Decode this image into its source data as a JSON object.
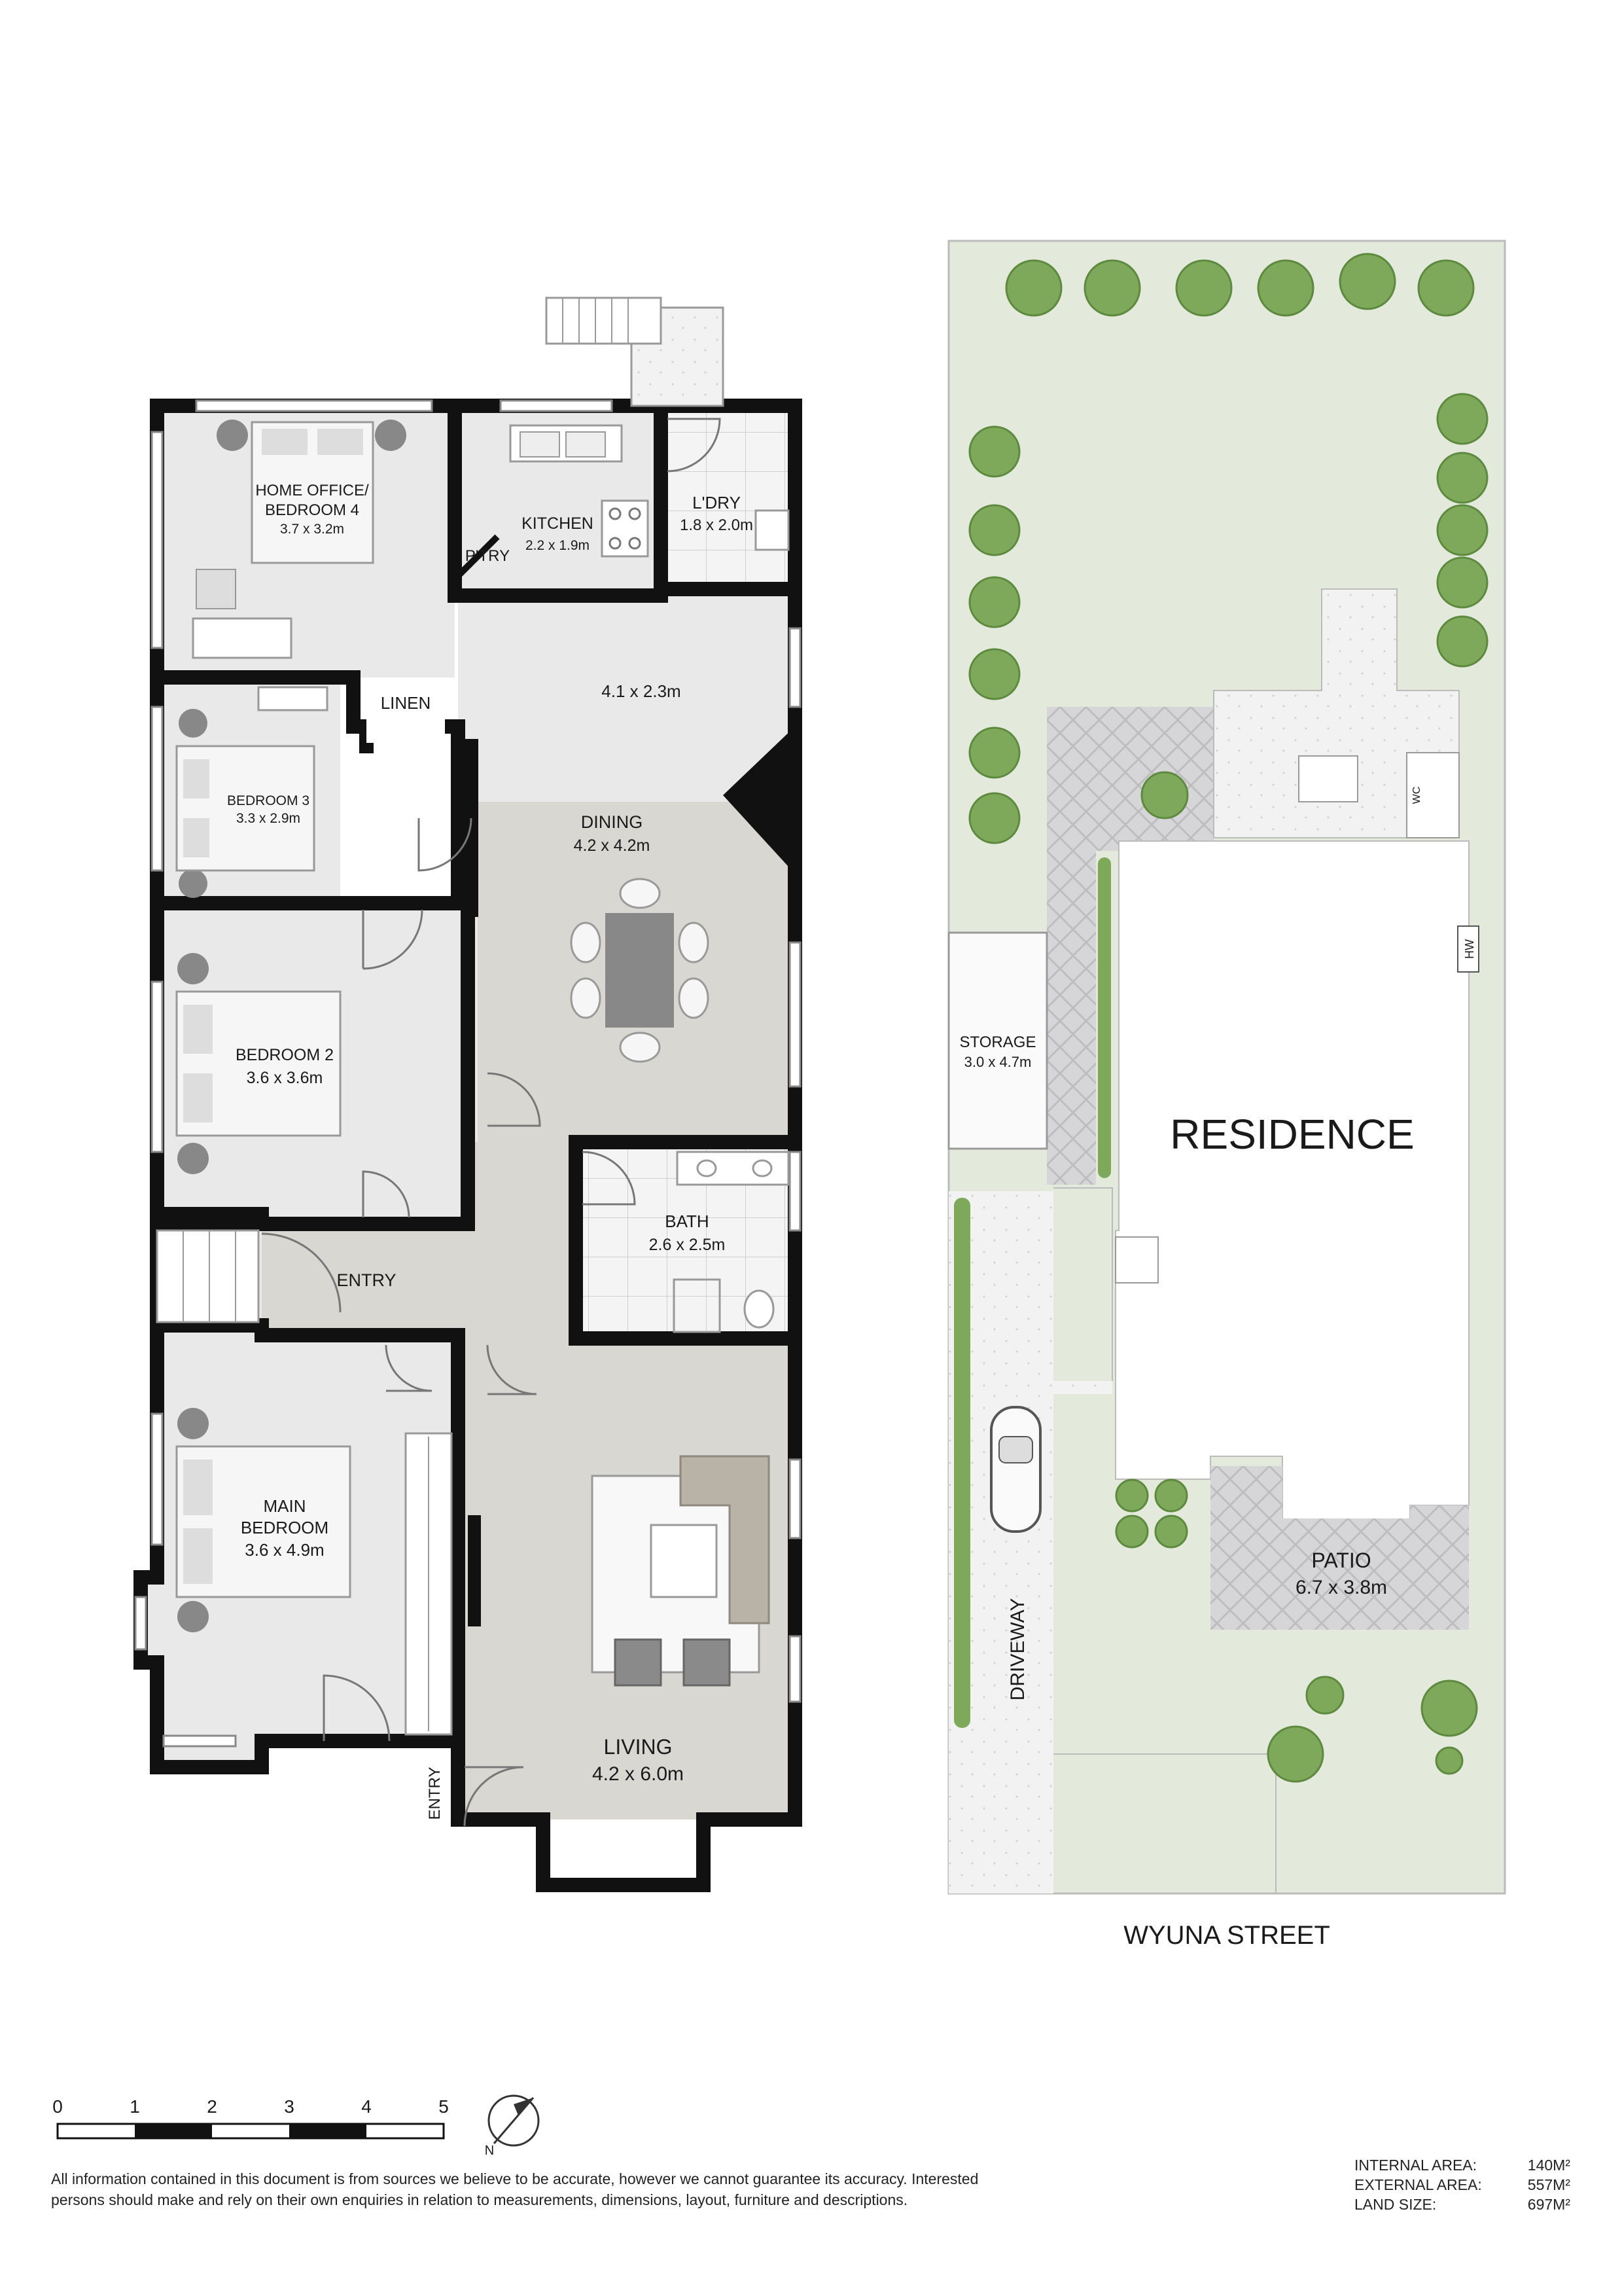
{
  "rooms": {
    "home_office": {
      "name_line1": "HOME OFFICE/",
      "name_line2": "BEDROOM 4",
      "dims": "3.7 x 3.2m"
    },
    "kitchen": {
      "name": "KITCHEN",
      "dims": "2.2 x 1.9m"
    },
    "pantry": {
      "name": "P'TRY"
    },
    "laundry": {
      "name": "L'DRY",
      "dims": "1.8 x 2.0m"
    },
    "linen": {
      "name": "LINEN"
    },
    "hall": {
      "dims": "4.1 x 2.3m"
    },
    "bedroom3": {
      "name": "BEDROOM 3",
      "dims": "3.3 x 2.9m"
    },
    "dining": {
      "name": "DINING",
      "dims": "4.2 x 4.2m"
    },
    "bedroom2": {
      "name": "BEDROOM 2",
      "dims": "3.6 x 3.6m"
    },
    "bath": {
      "name": "BATH",
      "dims": "2.6 x 2.5m"
    },
    "entry_main": {
      "name": "ENTRY"
    },
    "main_bedroom": {
      "name_line1": "MAIN",
      "name_line2": "BEDROOM",
      "dims": "3.6 x 4.9m"
    },
    "living": {
      "name": "LIVING",
      "dims": "4.2 x 6.0m"
    },
    "entry_side": {
      "name": "ENTRY"
    }
  },
  "site": {
    "residence": "RESIDENCE",
    "storage": {
      "name": "STORAGE",
      "dims": "3.0 x 4.7m"
    },
    "patio": {
      "name": "PATIO",
      "dims": "6.7 x 3.8m"
    },
    "driveway": "DRIVEWAY",
    "street": "WYUNA STREET",
    "hw": "HW",
    "wc": "WC"
  },
  "scale": {
    "ticks": [
      "0",
      "1",
      "2",
      "3",
      "4",
      "5"
    ]
  },
  "compass": {
    "label": "N"
  },
  "disclaimer": "All information contained in this document is from sources we believe to be accurate, however we cannot guarantee its accuracy. Interested persons should make and rely on their own enquiries in relation to measurements, dimensions, layout, furniture and descriptions.",
  "areas": [
    {
      "label": "INTERNAL AREA:",
      "value": "140M²"
    },
    {
      "label": "EXTERNAL AREA:",
      "value": "557M²"
    },
    {
      "label": "LAND SIZE:",
      "value": "697M²"
    }
  ],
  "colors": {
    "floor": "#e9e9ea",
    "main_floor": "#d9d7d2",
    "wall": "#111111",
    "lawn": "#e3eadb",
    "paving": "#f3f3f3",
    "tree": "#7fa95a"
  }
}
